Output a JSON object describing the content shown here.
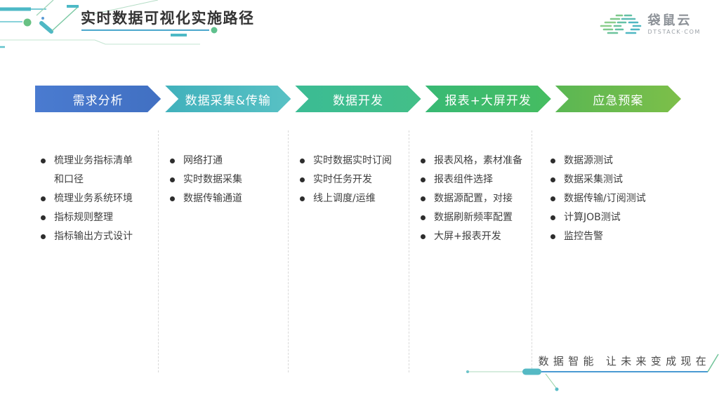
{
  "title": "实时数据可视化实施路径",
  "logo": {
    "name": "袋鼠云",
    "domain": "DTSTACK·COM"
  },
  "stages": [
    {
      "label": "需求分析",
      "color_start": "#4a7bd0",
      "color_end": "#4170c2",
      "items": [
        "梳理业务指标清单和口径",
        "梳理业务系统环境",
        "指标规则整理",
        "指标输出方式设计"
      ]
    },
    {
      "label": "数据采集&传输",
      "color_start": "#41b1bc",
      "color_end": "#58c1c4",
      "items": [
        "网络打通",
        "实时数据采集",
        "数据传输通道"
      ]
    },
    {
      "label": "数据开发",
      "color_start": "#3bbc94",
      "color_end": "#43bf88",
      "items": [
        "实时数据实时订阅",
        "实时任务开发",
        "线上调度/运维"
      ]
    },
    {
      "label": "报表+大屏开发",
      "color_start": "#38b974",
      "color_end": "#46bd61",
      "items": [
        "报表风格，素材准备",
        "报表组件选择",
        "数据源配置，对接",
        "数据刷新频率配置",
        "大屏+报表开发"
      ]
    },
    {
      "label": "应急预案",
      "color_start": "#5ab753",
      "color_end": "#7dbf49",
      "items": [
        "数据源测试",
        "数据采集测试",
        "数据传输/订阅测试",
        "计算JOB测试",
        "监控告警"
      ]
    }
  ],
  "footer": {
    "slogan": "数据智能 让未来变成现在"
  },
  "colors": {
    "accent_teal": "#4db9c6",
    "accent_green": "#68c183",
    "accent_blue": "#4a9ad2",
    "divider": "#d9d9d9",
    "text_dark": "#3f3f3f"
  }
}
